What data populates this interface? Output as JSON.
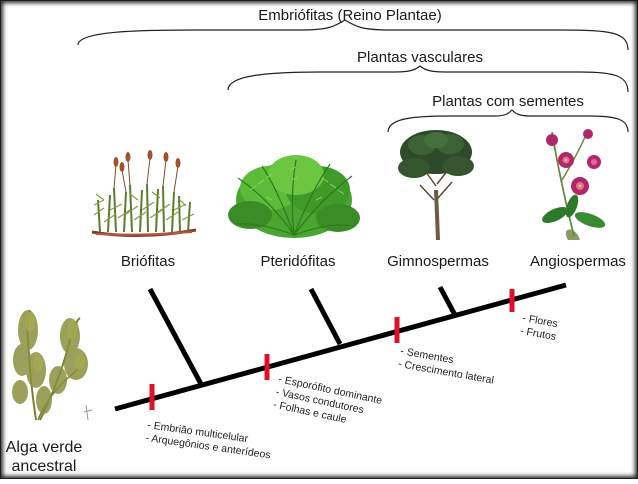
{
  "groups": {
    "embryophytes": "Embriófitas (Reino Plantae)",
    "vascular": "Plantas vasculares",
    "seed": "Plantas com sementes"
  },
  "taxa": [
    "Briófitas",
    "Pteridófitas",
    "Gimnospermas",
    "Angiospermas"
  ],
  "ancestor": [
    "Alga verde",
    "ancestral"
  ],
  "traits": {
    "node1": [
      "- Embrião multicelular",
      "- Arquegônios e anterídeos"
    ],
    "node2": [
      "- Esporófito dominante",
      "- Vasos condutores",
      "- Folhas e caule"
    ],
    "node3": [
      "- Sementes",
      "- Crescimento lateral"
    ],
    "node4": [
      "- Flores",
      "- Frutos"
    ]
  },
  "colors": {
    "branch": "#000000",
    "marker": "#e0102a",
    "moss": "#6b8a3a",
    "fern": "#3f9a2a",
    "conifer": "#2e4a2a",
    "orchid": "#b0286a"
  }
}
